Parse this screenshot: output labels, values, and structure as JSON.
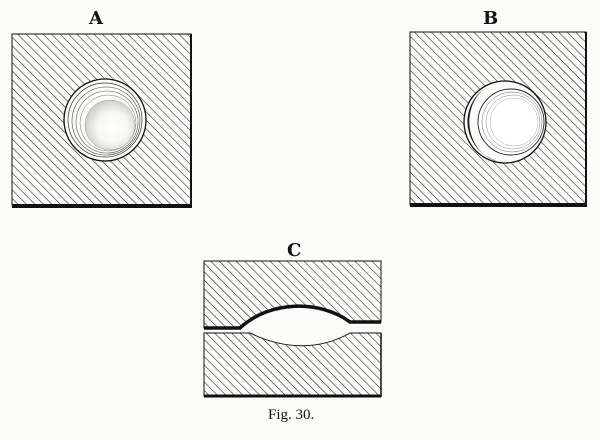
{
  "figure": {
    "labels": {
      "a": "A",
      "b": "B",
      "c": "C"
    },
    "caption": "Fig. 30.",
    "colors": {
      "ink": "#111111",
      "paper": "#fbfbf9"
    }
  }
}
